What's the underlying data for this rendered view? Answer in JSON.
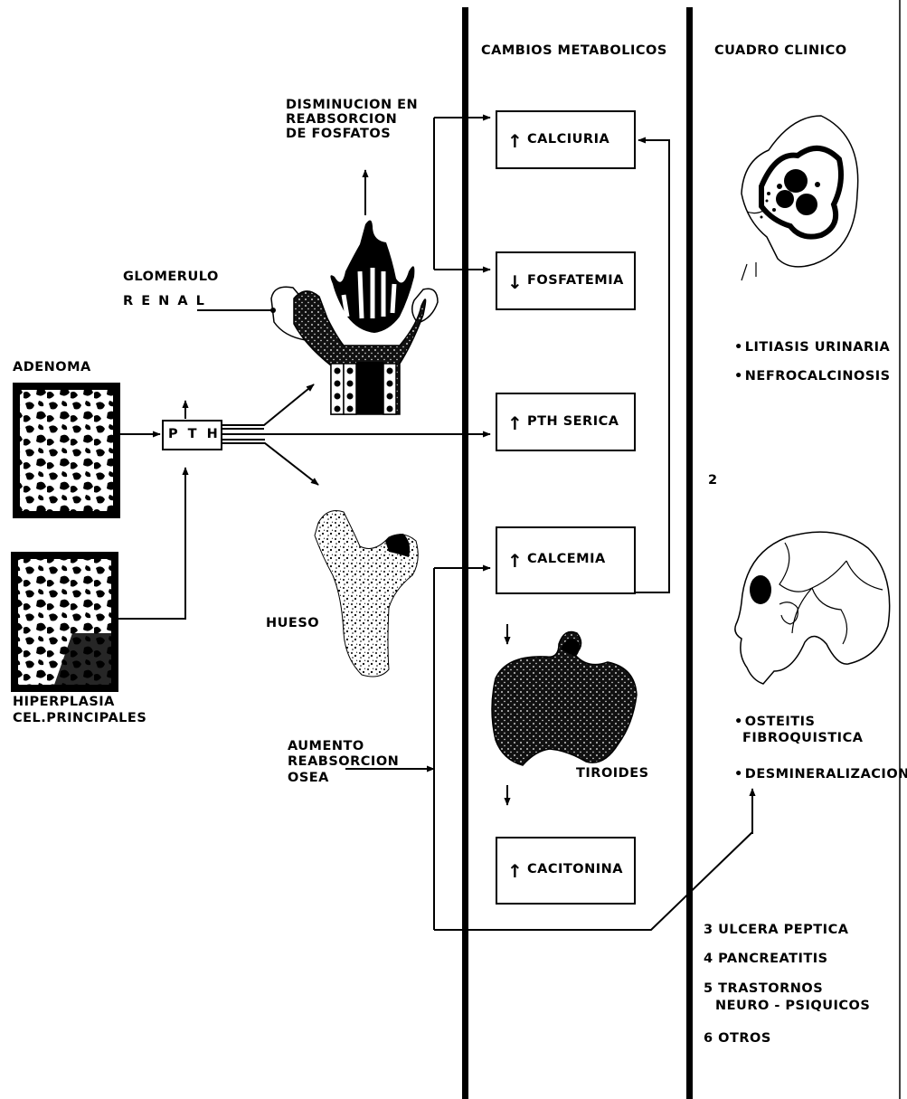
{
  "columns": {
    "metabolic_header": "CAMBIOS METABOLICOS",
    "clinical_header": "CUADRO CLINICO"
  },
  "left": {
    "adenoma_label": "ADENOMA",
    "hyperplasia_label_1": "HIPERPLASIA",
    "hyperplasia_label_2": "CEL.PRINCIPALES",
    "pth_label": "P T H",
    "glomerulo_label_1": "GLOMERULO",
    "glomerulo_label_2": "R E N A L",
    "disminucion_1": "DISMINUCION EN",
    "disminucion_2": "REABSORCION",
    "disminucion_3": "DE FOSFATOS",
    "hueso_label": "HUESO",
    "aumento_1": "AUMENTO",
    "aumento_2": "REABSORCION",
    "aumento_3": "OSEA"
  },
  "metabolic": {
    "calciuria": "CALCIURIA",
    "fosfatemia": "FOSFATEMIA",
    "pth_serica": "PTH SERICA",
    "calcemia": "CALCEMIA",
    "tiroides": "TIROIDES",
    "cacitonina": "CACITONINA",
    "up_arrow": "↑",
    "down_arrow": "↓"
  },
  "clinical": {
    "litiasis": "LITIASIS URINARIA",
    "nefrocalcinosis": "NEFROCALCINOSIS",
    "number_2": "2",
    "osteitis_1": "OSTEITIS",
    "osteitis_2": "FIBROQUISTICA",
    "desmineralizacion": "DESMINERALIZACION",
    "item_3": "3 ULCERA PEPTICA",
    "item_4": "4 PANCREATITIS",
    "item_5_1": "5 TRASTORNOS",
    "item_5_2": "NEURO - PSIQUICOS",
    "item_6": "6 OTROS"
  },
  "colors": {
    "ink": "#000000",
    "paper": "#ffffff"
  }
}
